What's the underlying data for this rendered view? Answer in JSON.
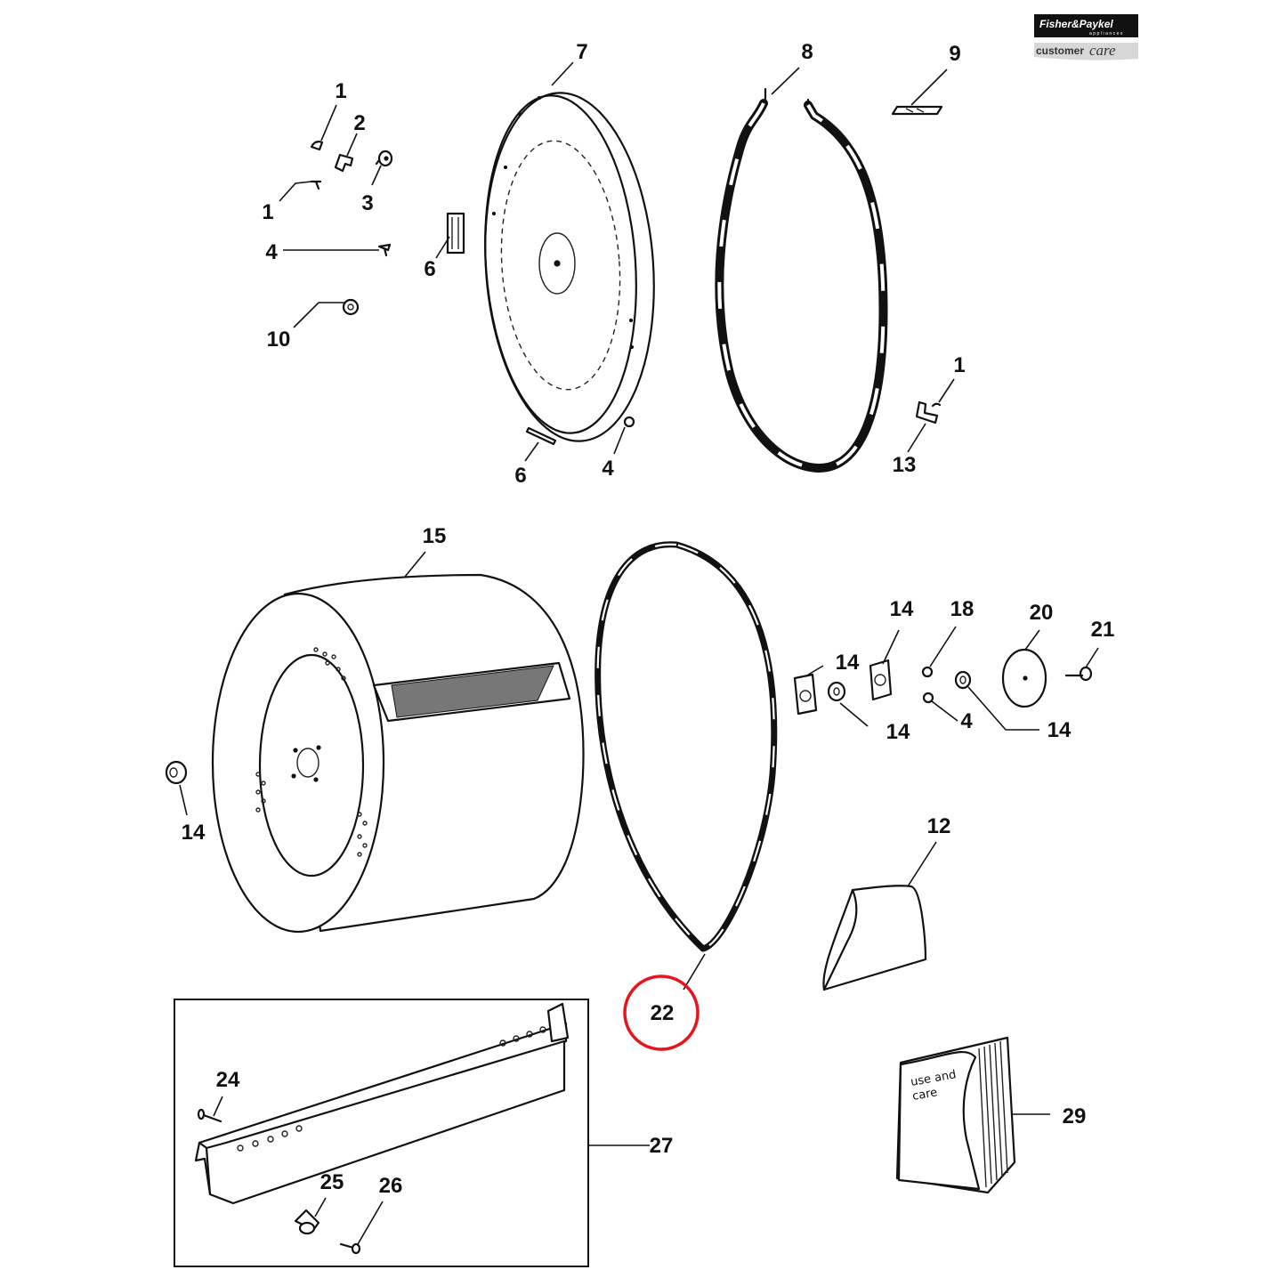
{
  "logo": {
    "brand": "Fisher&Paykel",
    "brand_sub": "appliances",
    "customer": "customer",
    "care": "care"
  },
  "callouts": {
    "c1a": "1",
    "c1b": "1",
    "c1c": "1",
    "c2": "2",
    "c3": "3",
    "c4a": "4",
    "c4b": "4",
    "c4c": "4",
    "c6a": "6",
    "c6b": "6",
    "c7": "7",
    "c8": "8",
    "c9": "9",
    "c10": "10",
    "c12": "12",
    "c13": "13",
    "c14a": "14",
    "c14b": "14",
    "c14c": "14",
    "c14d": "14",
    "c14e": "14",
    "c15": "15",
    "c18": "18",
    "c20": "20",
    "c21": "21",
    "c22": "22",
    "c24": "24",
    "c25": "25",
    "c26": "26",
    "c27": "27",
    "c29": "29"
  },
  "book": {
    "line1": "use and",
    "line2": "care"
  },
  "highlight": {
    "part": "22",
    "color": "#e8141c"
  }
}
